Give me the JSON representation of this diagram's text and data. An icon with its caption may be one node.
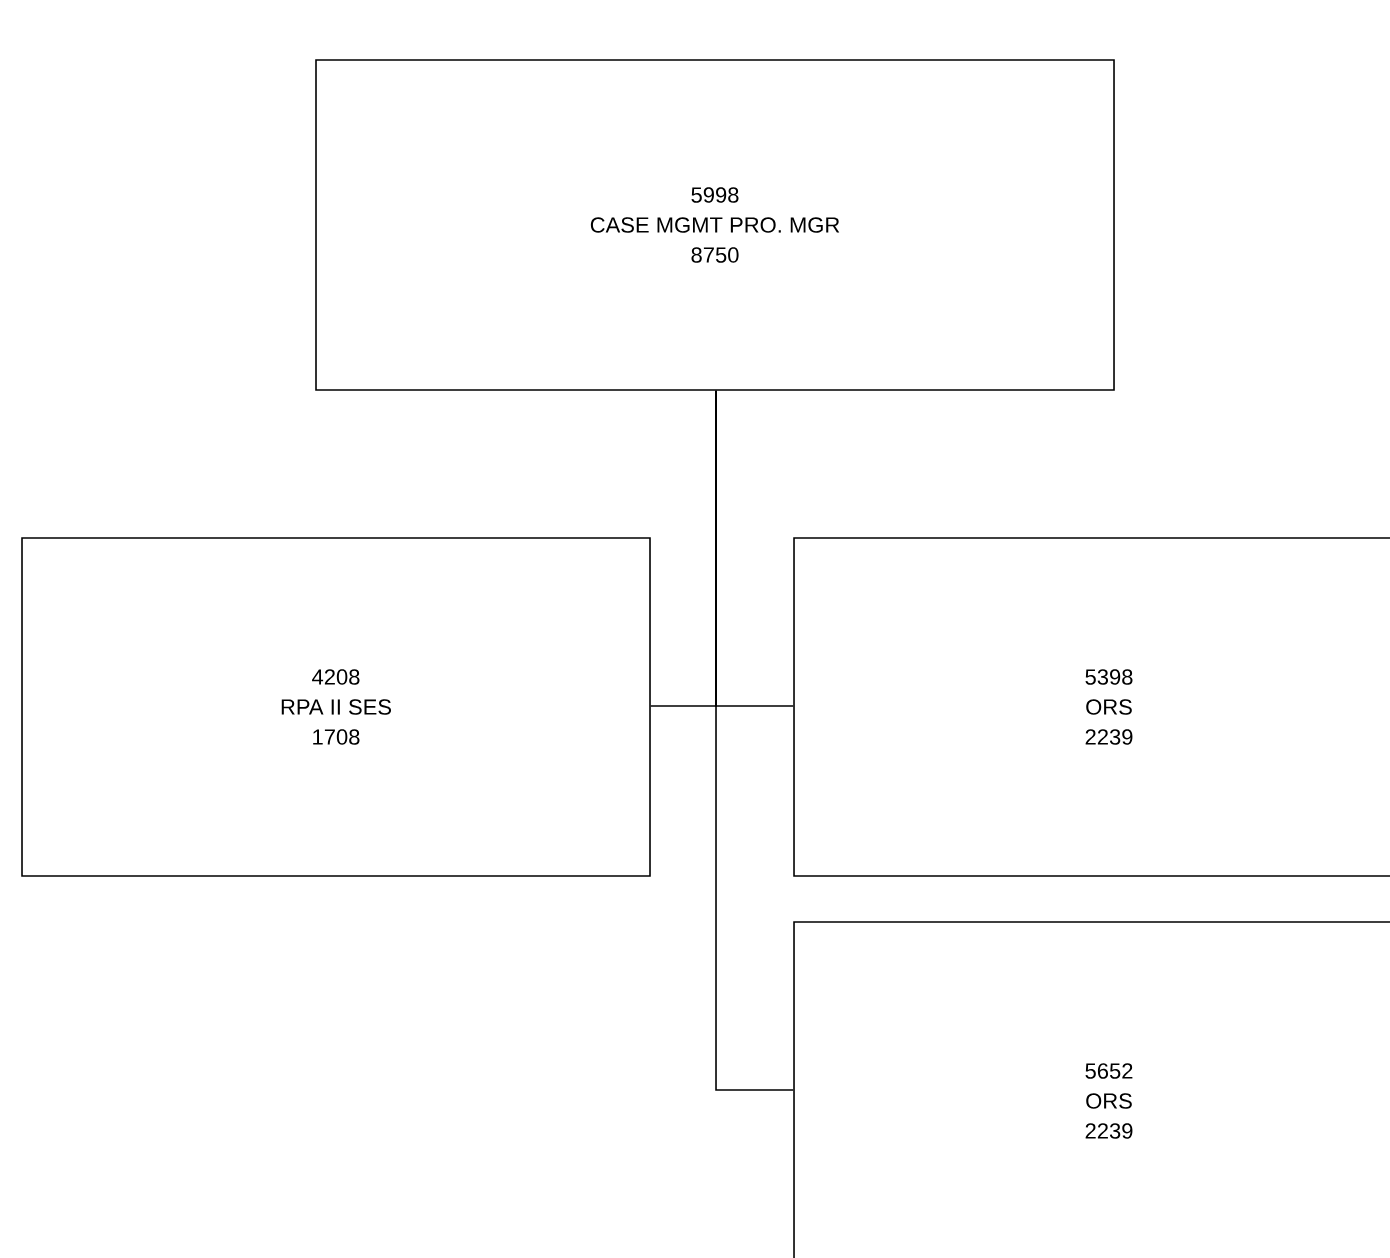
{
  "diagram": {
    "nodes": [
      {
        "text": [
          "5998",
          "CASE MGMT PRO. MGR",
          "8750"
        ]
      },
      {
        "text": [
          "4208",
          "RPA II SES",
          "1708"
        ]
      },
      {
        "text": [
          "5398",
          "ORS",
          "2239"
        ]
      },
      {
        "text": [
          "5652",
          "ORS",
          "2239"
        ]
      }
    ],
    "edges": [
      {
        "from": 0,
        "to": 1,
        "arrow": "none"
      },
      {
        "from": 0,
        "to": 2,
        "arrow": "none"
      },
      {
        "from": 0,
        "to": 3,
        "arrow": "none"
      }
    ]
  }
}
